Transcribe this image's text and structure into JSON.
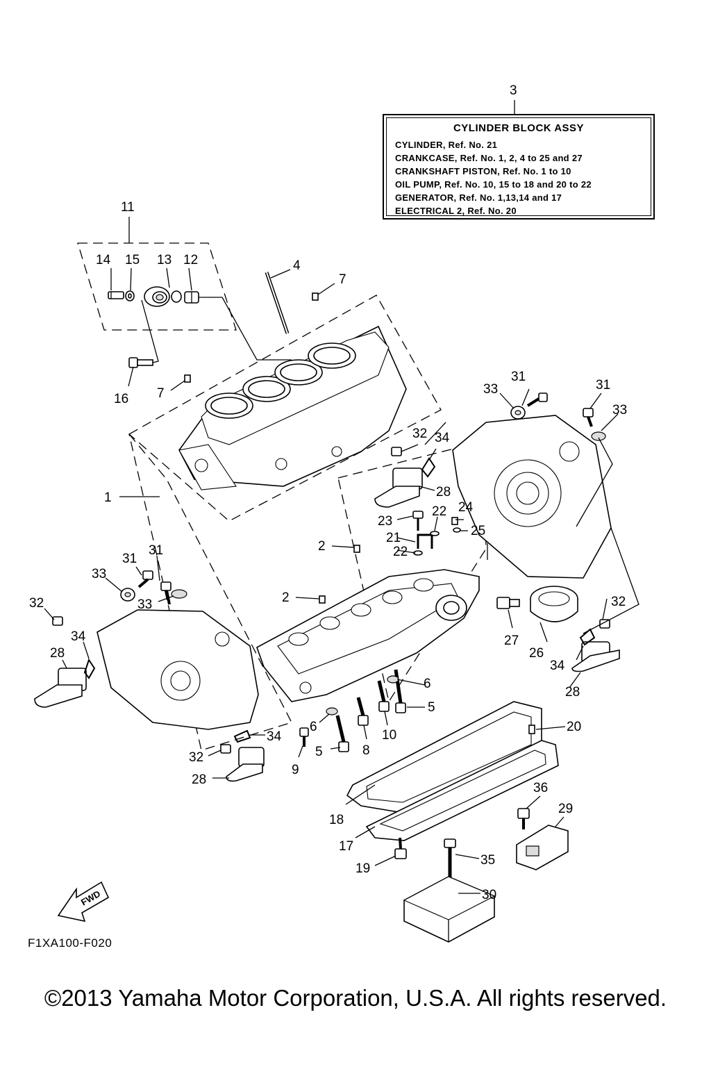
{
  "assembly_box": {
    "ref_number": "3",
    "title": "CYLINDER BLOCK ASSY",
    "lines": [
      "CYLINDER,  Ref. No. 21",
      "CRANKCASE, Ref. No. 1, 2, 4 to 25 and 27",
      "CRANKSHAFT PISTON, Ref. No. 1 to 10",
      "OIL PUMP,   Ref. No. 10, 15 to 18  and 20 to 22",
      "GENERATOR,   Ref. No. 1,13,14 and 17",
      "ELECTRICAL 2, Ref. No. 20"
    ]
  },
  "fwd_label": "FWD",
  "figure_code": "F1XA100-F020",
  "copyright": "©2013 Yamaha Motor Corporation, U.S.A. All rights reserved.",
  "callouts": [
    "11",
    "14",
    "15",
    "13",
    "12",
    "4",
    "7",
    "16",
    "7",
    "1",
    "31",
    "33",
    "31",
    "33",
    "32",
    "34",
    "28",
    "23",
    "22",
    "24",
    "21",
    "25",
    "22",
    "2",
    "2",
    "31",
    "31",
    "33",
    "33",
    "32",
    "34",
    "28",
    "27",
    "26",
    "32",
    "34",
    "28",
    "6",
    "5",
    "6",
    "5",
    "8",
    "10",
    "9",
    "34",
    "32",
    "28",
    "20",
    "18",
    "17",
    "36",
    "29",
    "19",
    "35",
    "30"
  ]
}
